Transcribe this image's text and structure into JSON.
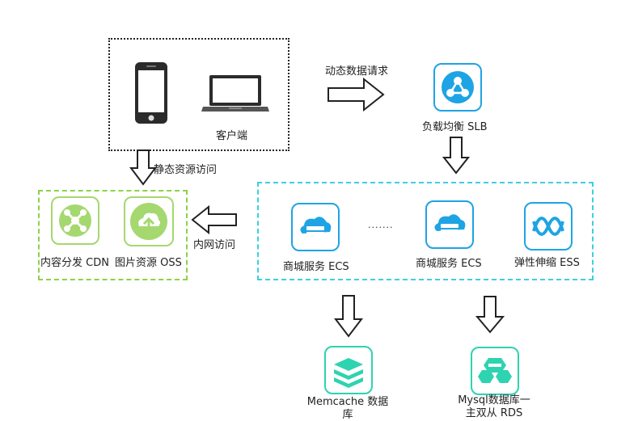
{
  "diagram": {
    "client": {
      "label": "客户端"
    },
    "dynamic_request": "动态数据请求",
    "static_access": "静态资源访问",
    "intranet_access": "内网访问",
    "slb": {
      "label": "负载均衡 SLB"
    },
    "cdn": {
      "label": "内容分发 CDN"
    },
    "oss": {
      "label": "图片资源 OSS"
    },
    "ecs1": {
      "label": "商城服务 ECS"
    },
    "ellipsis": ".......",
    "ecs2": {
      "label": "商城服务 ECS"
    },
    "ess": {
      "label": "弹性伸缩 ESS"
    },
    "memcache": {
      "label_line1": "Memcache 数据",
      "label_line2": "库"
    },
    "rds": {
      "label_line1": "Mysql数据库一",
      "label_line2": "主双从 RDS"
    }
  },
  "colors": {
    "blue": "#1ea4e4",
    "green": "#8fd14a",
    "cyan": "#3cd0de",
    "teal": "#2ed3b0"
  },
  "icons": [
    "phone-icon",
    "laptop-icon",
    "slb-icon",
    "cdn-icon",
    "oss-icon",
    "ecs-icon",
    "ess-icon",
    "memcache-icon",
    "rds-icon"
  ]
}
